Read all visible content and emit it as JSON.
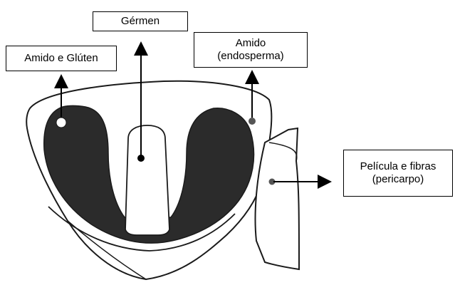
{
  "labels": {
    "germen": "Gérmen",
    "amido_gluten": "Amido e Glúten",
    "amido_endosperma_line1": "Amido",
    "amido_endosperma_line2": "(endosperma)",
    "pelicula_line1": "Película e fibras",
    "pelicula_line2": "(pericarpo)"
  },
  "colors": {
    "outline": "#1a1a1a",
    "endosperm_fill": "#2b2b2b",
    "background": "#ffffff"
  }
}
